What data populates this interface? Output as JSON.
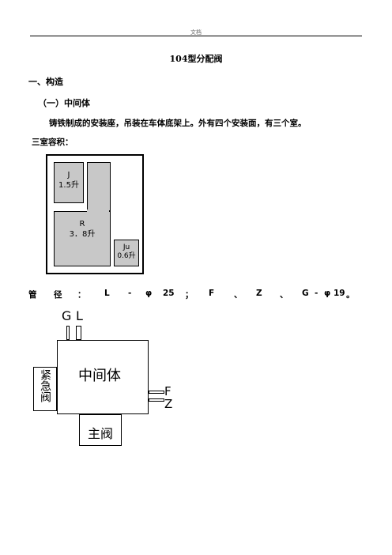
{
  "header": {
    "label": "文档"
  },
  "title": "104型分配阀",
  "section1": {
    "heading": "一、构造"
  },
  "subsection1": {
    "heading": "（一）中间体"
  },
  "para1": "铸铁制成的安装座，吊装在车体底架上。外有四个安装面，有三个室。",
  "volume_label": "三室容积：",
  "chambers": {
    "j": {
      "name": "J",
      "volume": "1.5升"
    },
    "r": {
      "name": "R",
      "volume": "3．8升"
    },
    "ju": {
      "name": "Ju",
      "volume": "0.6升"
    }
  },
  "pipes": {
    "tokens": [
      "管",
      "径",
      "：",
      "L",
      "-",
      "φ",
      "25",
      "；",
      "F",
      "、",
      "Z",
      "、",
      "G",
      "-",
      "φ",
      "19",
      "。"
    ]
  },
  "diagram": {
    "pipe_g": "G",
    "pipe_l": "L",
    "pipe_f": "F",
    "pipe_z": "Z",
    "body_label": "中间体",
    "emergency_label": "紧急阀",
    "main_label": "主阀"
  }
}
